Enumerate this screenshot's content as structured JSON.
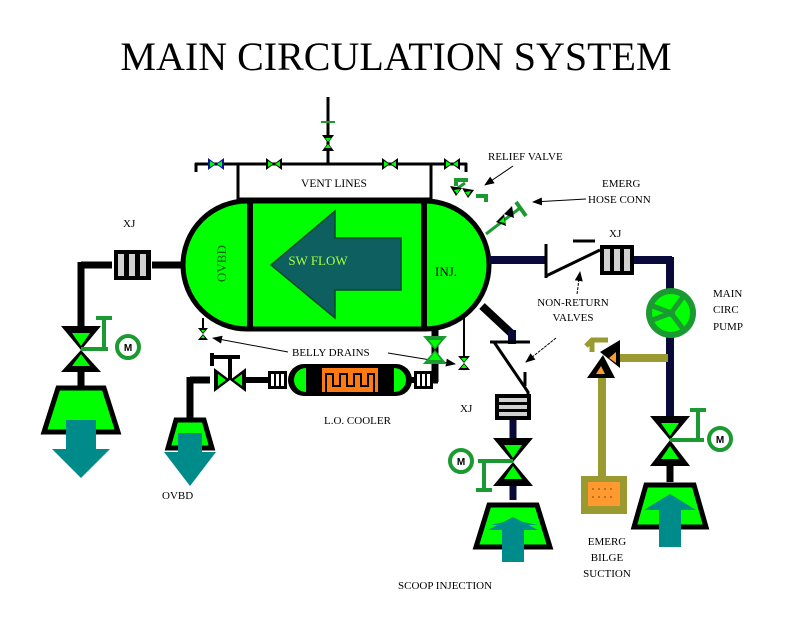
{
  "title": "MAIN CIRCULATION  SYSTEM",
  "colors": {
    "bright_green": "#00ff00",
    "dark_green": "#1a9a30",
    "teal": "#008b8b",
    "dark_teal": "#0e5f5f",
    "navy_pipe": "#0a0a3a",
    "olive_pipe": "#9a9a30",
    "orange": "#ff7a10",
    "black": "#000000"
  },
  "labels": {
    "vent_lines": "VENT LINES",
    "relief_valve": "RELIEF VALVE",
    "emerg_hose_conn_1": "EMERG",
    "emerg_hose_conn_2": "HOSE CONN",
    "xj_left": "XJ",
    "xj_right": "XJ",
    "xj_scoop": "XJ",
    "ovbd_chamber": "OVBD",
    "sw_flow": "SW FLOW",
    "inj_chamber": "INJ.",
    "non_return_1": "NON-RETURN",
    "non_return_2": "VALVES",
    "main_circ_pump_1": "MAIN",
    "main_circ_pump_2": "CIRC",
    "main_circ_pump_3": "PUMP",
    "belly_drains": "BELLY DRAINS",
    "lo_cooler": "L.O. COOLER",
    "ovbd_outlet": "OVBD",
    "scoop_injection": "SCOOP INJECTION",
    "emerg_bilge_1": "EMERG",
    "emerg_bilge_2": "BILGE",
    "emerg_bilge_3": "SUCTION",
    "motor": "M"
  }
}
